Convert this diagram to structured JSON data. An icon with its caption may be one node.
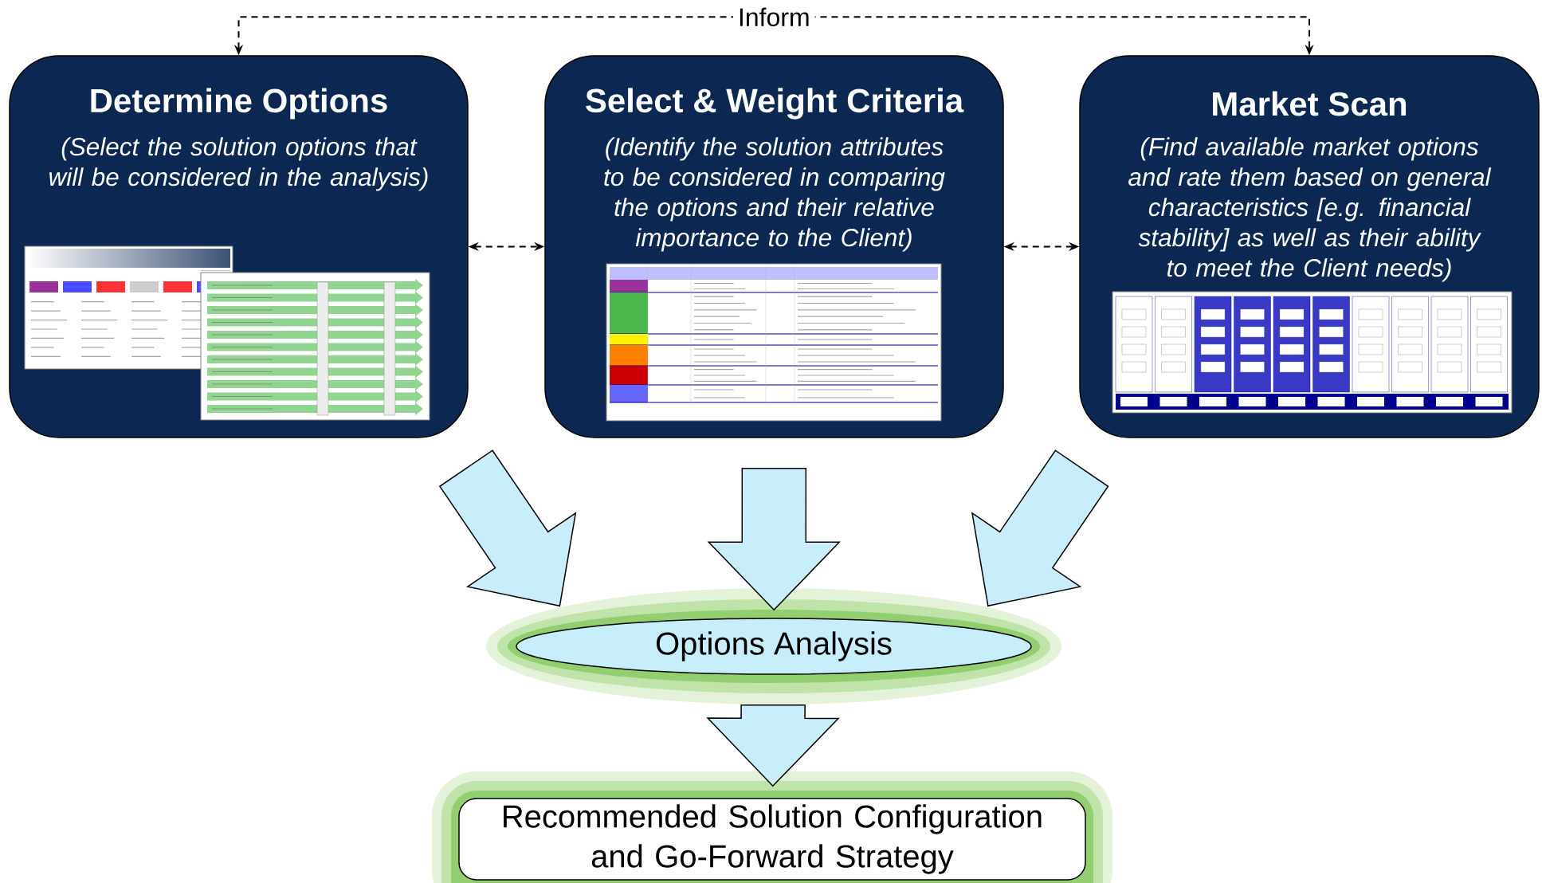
{
  "diagram": {
    "nodes": [
      {
        "text": [
          "Determine Options",
          "(Select the solution options that will be considered in the analysis)"
        ]
      },
      {
        "text": [
          "Select & Weight Criteria",
          "(Identify the solution attributes to be considered in comparing the options and their relative importance to the Client)"
        ]
      },
      {
        "text": [
          "Market Scan",
          "(Find available market options and rate them based on general characteristics [e.g. financial stability] as well as their ability to meet the Client needs)"
        ]
      },
      {
        "text": [
          "Options Analysis"
        ]
      },
      {
        "text": [
          "Recommended Solution Configuration and Go-Forward Strategy"
        ]
      }
    ],
    "edges": [
      {
        "from": 0,
        "to": 2,
        "arrow": "both",
        "style": "dashed",
        "label": "Inform"
      },
      {
        "from": 0,
        "to": 1,
        "arrow": "both",
        "style": "dashed"
      },
      {
        "from": 1,
        "to": 2,
        "arrow": "both",
        "style": "dashed"
      },
      {
        "from": 0,
        "to": 3,
        "arrow": "to"
      },
      {
        "from": 1,
        "to": 3,
        "arrow": "to"
      },
      {
        "from": 2,
        "to": 3,
        "arrow": "to"
      },
      {
        "from": 3,
        "to": 4,
        "arrow": "to"
      }
    ]
  }
}
